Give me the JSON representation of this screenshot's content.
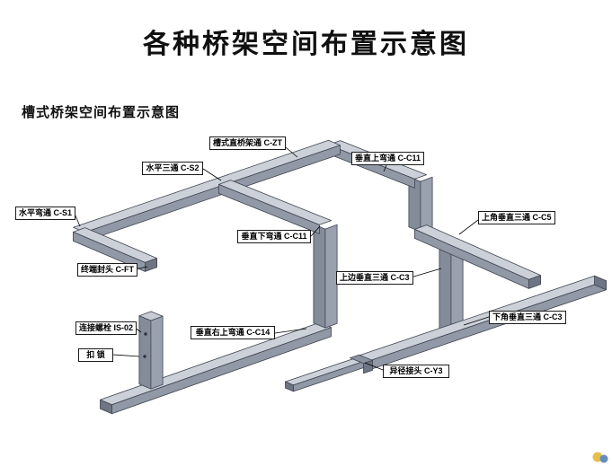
{
  "page": {
    "title": "各种桥架空间布置示意图",
    "subtitle": "槽式桥架空间布置示意图"
  },
  "labels": [
    {
      "id": "c-zt",
      "text": "槽式直桥架通 C-ZT"
    },
    {
      "id": "c-s2",
      "text": "水平三通 C-S2"
    },
    {
      "id": "c-c11-up",
      "text": "垂直上弯通 C-C11"
    },
    {
      "id": "c-s1",
      "text": "水平弯通 C-S1"
    },
    {
      "id": "c-c11-down",
      "text": "垂直下弯通 C-C11"
    },
    {
      "id": "c-c5",
      "text": "上角垂直三通 C-C5"
    },
    {
      "id": "c-ft",
      "text": "终端封头 C-FT"
    },
    {
      "id": "c-c3-upper",
      "text": "上边垂直三通 C-C3"
    },
    {
      "id": "is-02",
      "text": "连接螺栓 IS-02"
    },
    {
      "id": "c-c14",
      "text": "垂直右上弯通 C-C14"
    },
    {
      "id": "c-c3-lower",
      "text": "下角垂直三通 C-C3"
    },
    {
      "id": "kousuo",
      "text": "扣  锁"
    },
    {
      "id": "c-y3",
      "text": "异径接头 C-Y3"
    }
  ],
  "colors": {
    "tray_top": "#ccd1d9",
    "tray_side": "#9199a6",
    "tray_side_light": "#99a1ae",
    "tray_side_dark": "#848c99",
    "tray_end": "#6f7683",
    "outline": "#3f4450",
    "label_border": "#1b1b1b",
    "text": "#111111",
    "watermark_yellow": "#e0b42a",
    "watermark_blue": "#4a79b5"
  }
}
